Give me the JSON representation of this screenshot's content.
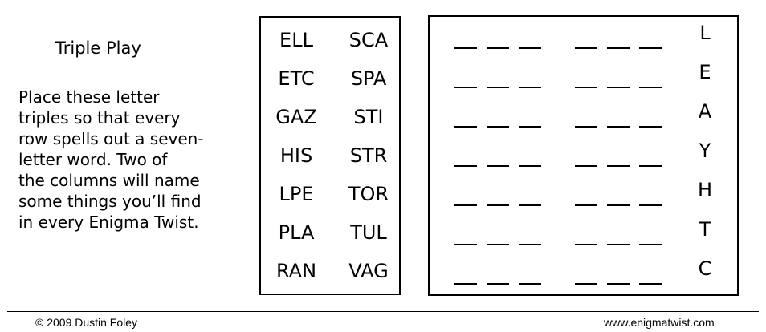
{
  "title": "Triple Play",
  "instructions": [
    "Place these letter",
    "triples so that every",
    "row spells out a seven-",
    "letter word. Two of",
    "the columns will name",
    "some things you’ll find",
    "in every Enigma Twist."
  ],
  "triples_left": [
    "ELL",
    "ETC",
    "GAZ",
    "HIS",
    "LPE",
    "PLA",
    "RAN"
  ],
  "triples_right": [
    "SCA",
    "SPA",
    "STI",
    "STR",
    "TOR",
    "TUL",
    "VAG"
  ],
  "row_letters": [
    "L",
    "E",
    "A",
    "Y",
    "H",
    "T",
    "C"
  ],
  "footer": {
    "copyright": "© 2009 Dustin Foley",
    "website": "www.enigmatwist.com"
  }
}
